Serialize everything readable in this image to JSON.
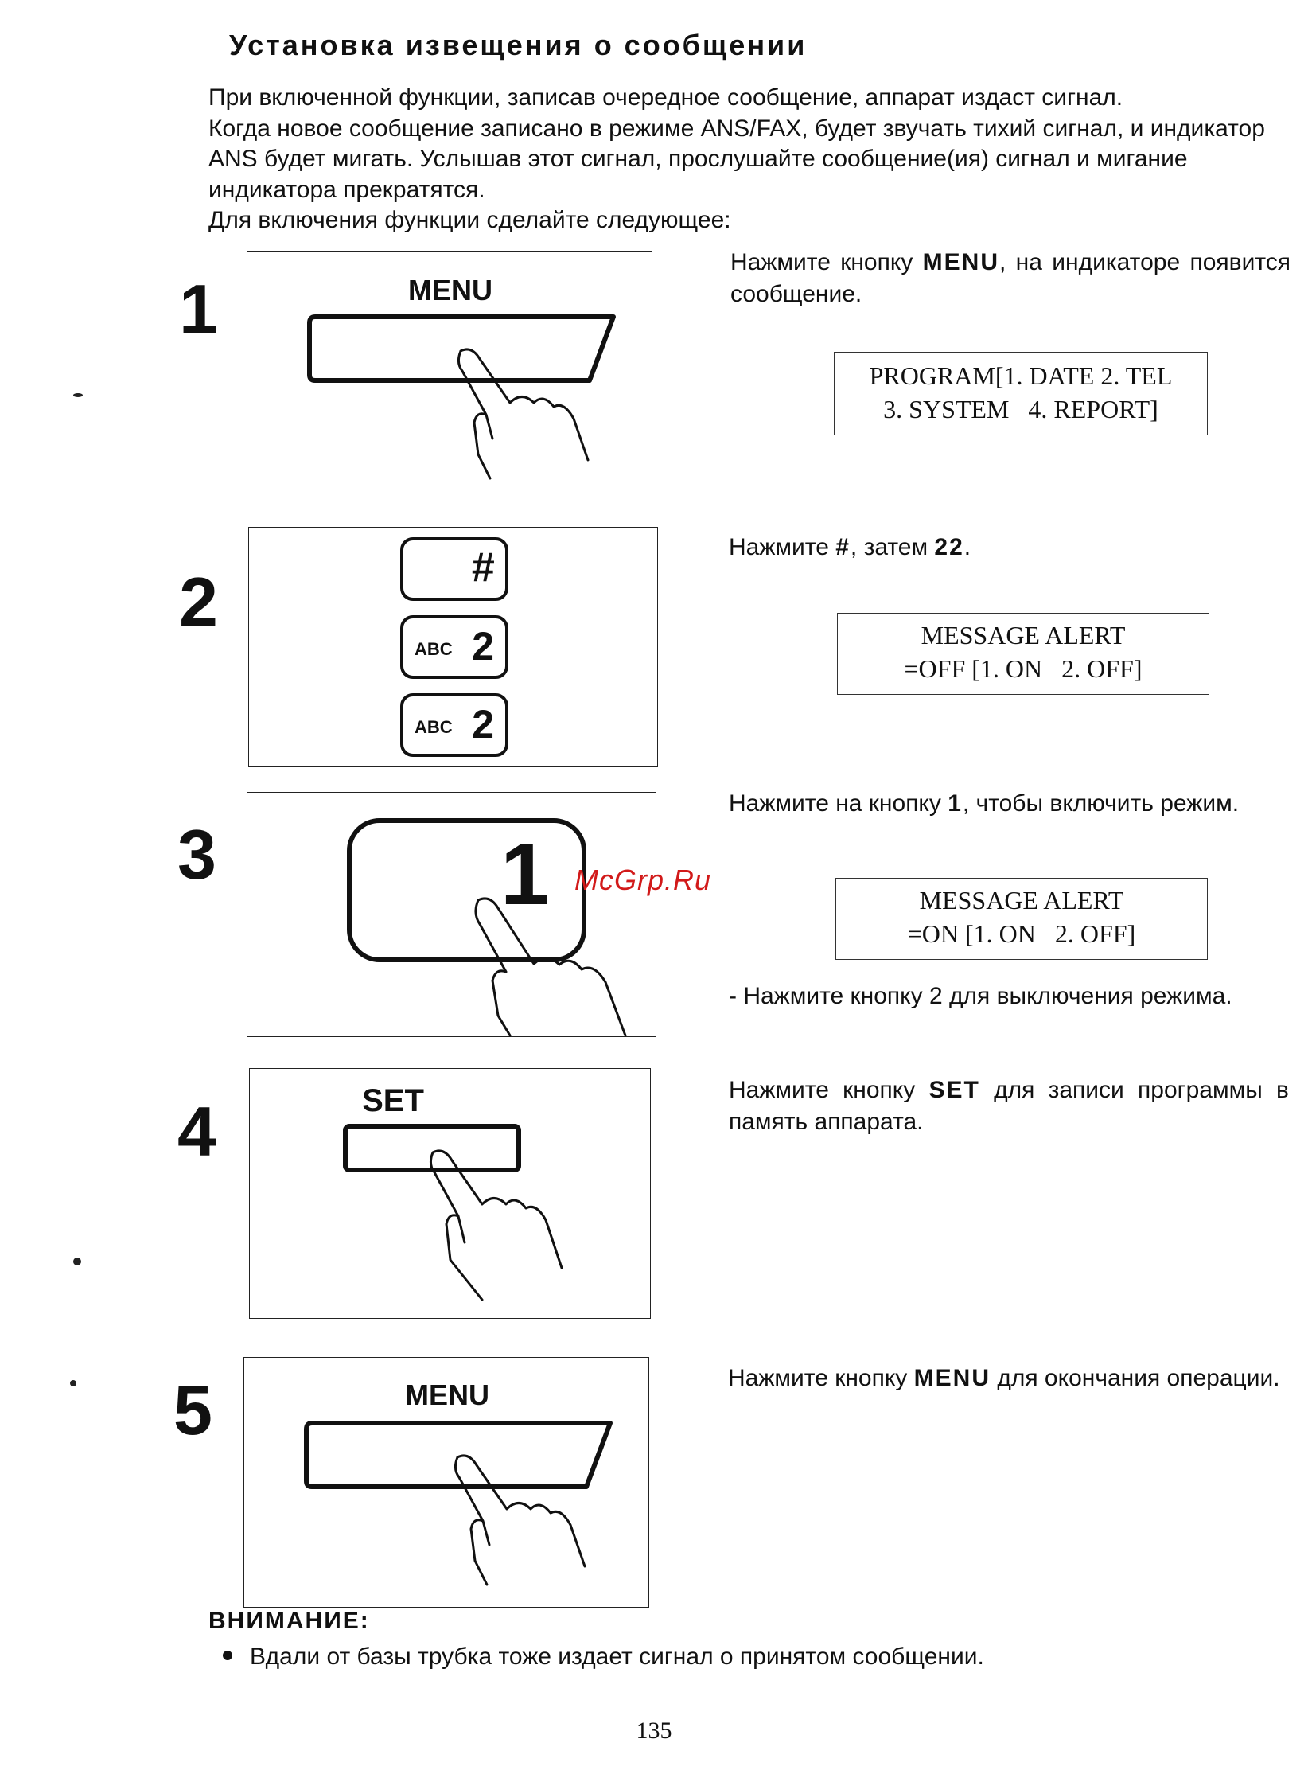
{
  "title": "Установка извещения о сообщении",
  "intro": {
    "line1": "При включенной функции, записав очередное сообщение, аппарат издаст сигнал.",
    "line2": "Когда новое сообщение записано в режиме ANS/FAX, будет звучать тихий сигнал, и индикатор ANS будет мигать. Услышав этот сигнал, прослушайте сообщение(ия) сигнал и мигание индикатора прекратятся.",
    "line3": "Для включения функции сделайте следующее:"
  },
  "steps": [
    {
      "number": "1",
      "key_label": "MENU",
      "text_pre": "Нажмите кнопку ",
      "text_bold": "MENU",
      "text_post": ", на индикаторе появится сообщение.",
      "lcd_line1": "PROGRAM[1. DATE 2. TEL",
      "lcd_line2": "3. SYSTEM   4. REPORT]"
    },
    {
      "number": "2",
      "keys": [
        {
          "sub": "",
          "main": "#"
        },
        {
          "sub": "ABC",
          "main": "2"
        },
        {
          "sub": "ABC",
          "main": "2"
        }
      ],
      "text_pre": "Нажмите ",
      "text_bold1": "#",
      "text_mid": ", затем ",
      "text_bold2": "22",
      "text_post": ".",
      "lcd_line1": "MESSAGE ALERT",
      "lcd_line2": "=OFF [1. ON   2. OFF]"
    },
    {
      "number": "3",
      "key_label": "1",
      "text_pre": "Нажмите на кнопку ",
      "text_bold": "1",
      "text_post": ", чтобы включить режим.",
      "lcd_line1": "MESSAGE ALERT",
      "lcd_line2": "=ON [1. ON   2. OFF]",
      "note": "-  Нажмите кнопку 2 для выключения режима."
    },
    {
      "number": "4",
      "key_label": "SET",
      "text_pre": "Нажмите кнопку ",
      "text_bold": "SET",
      "text_post": " для записи программы в память аппарата."
    },
    {
      "number": "5",
      "key_label": "MENU",
      "text_pre": "Нажмите кнопку ",
      "text_bold": "MENU",
      "text_post": " для окончания операции."
    }
  ],
  "warning": {
    "heading": "ВНИМАНИЕ:",
    "bullet": "Вдали от базы трубка тоже издает сигнал о принятом сообщении."
  },
  "watermark": "McGrp.Ru",
  "page_number": "135",
  "icons": {
    "hand": "pointing-hand-icon",
    "key": "key-button-icon"
  }
}
